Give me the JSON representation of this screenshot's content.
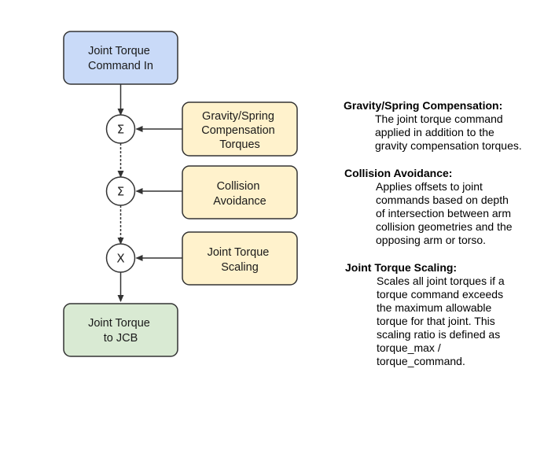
{
  "diagram": {
    "boxes": {
      "input": [
        "Joint Torque",
        "Command In"
      ],
      "gravity": [
        "Gravity/Spring",
        "Compensation",
        "Torques"
      ],
      "collision": [
        "Collision",
        "Avoidance"
      ],
      "scaling": [
        "Joint Torque",
        "Scaling"
      ],
      "output": [
        "Joint Torque",
        "to JCB"
      ]
    },
    "operators": {
      "sum1": "Σ",
      "sum2": "Σ",
      "mult": "X"
    },
    "colors": {
      "input_fill": "#c9daf8",
      "process_fill": "#fff2cc",
      "output_fill": "#d9ead3",
      "stroke": "#333333"
    }
  },
  "descriptions": {
    "gravity": {
      "title": "Gravity/Spring Compensation:",
      "lines": [
        "The joint torque command",
        "applied in addition to the",
        "gravity compensation torques."
      ]
    },
    "collision": {
      "title": "Collision Avoidance:",
      "lines": [
        "Applies offsets to joint",
        "commands based on depth",
        "of intersection between arm",
        "collision geometries and the",
        "opposing arm or torso."
      ]
    },
    "scaling": {
      "title": "Joint Torque Scaling:",
      "lines": [
        "Scales all joint torques if a",
        "torque command exceeds",
        "the maximum allowable",
        "torque for that joint. This",
        "scaling ratio is defined as",
        "torque_max /",
        "torque_command."
      ]
    }
  }
}
